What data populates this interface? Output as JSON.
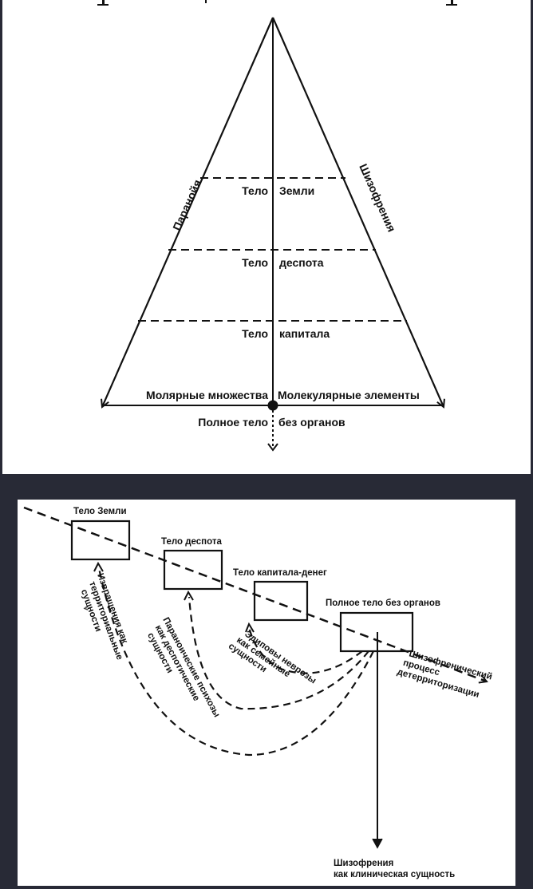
{
  "colors": {
    "background": "#282a36",
    "panel": "#ffffff",
    "ink": "#111111"
  },
  "pyramid": {
    "left_edge_label": "Паранойя",
    "right_edge_label": "Шизофрения",
    "levels": [
      {
        "left": "Тело",
        "right": "Земли"
      },
      {
        "left": "Тело",
        "right": "деспота"
      },
      {
        "left": "Тело",
        "right": "капитала"
      }
    ],
    "base_left": "Молярные множества",
    "base_right": "Молекулярные элементы",
    "bottom_left": "Полное тело",
    "bottom_right": "без органов"
  },
  "process": {
    "boxes": [
      {
        "label": "Тело Земли"
      },
      {
        "label": "Тело деспота"
      },
      {
        "label": "Тело капитала-денег"
      },
      {
        "label": "Полное тело без органов"
      }
    ],
    "arc_labels": [
      {
        "lines": [
          "Извращения как",
          "территориальные",
          "сущности"
        ]
      },
      {
        "lines": [
          "Параноические психозы",
          "как деспотические",
          "сущности"
        ]
      },
      {
        "lines": [
          "Эдиповы неврозы",
          "как семейные",
          "сущности"
        ]
      }
    ],
    "process_label": [
      "Шизофренический",
      "процесс",
      "детерриторизации"
    ],
    "clinical_label": [
      "Шизофрения",
      "как клиническая сущность"
    ]
  }
}
